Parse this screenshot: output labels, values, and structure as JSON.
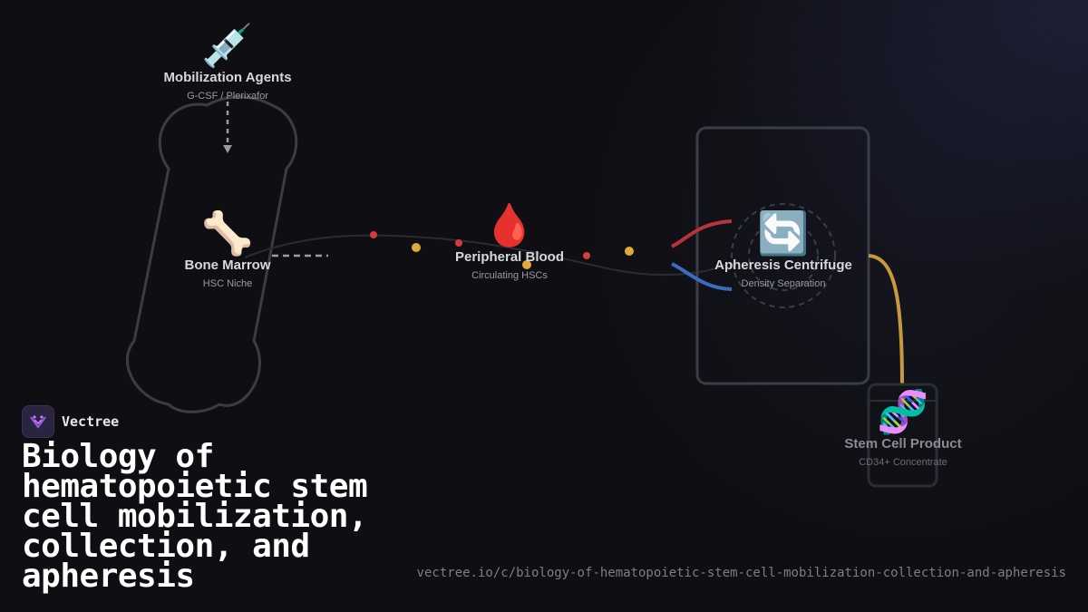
{
  "colors": {
    "background": "#0f0f13",
    "outline": "#3a3d45",
    "red_stream": "#b8333a",
    "blue_stream": "#3a6cc0",
    "gold_stream": "#c8983c",
    "cell_red": "#d93a3a",
    "cell_gold": "#e0a93a"
  },
  "nodes": {
    "mobilization": {
      "icon": "syringe-icon",
      "glyph": "💉",
      "title": "Mobilization Agents",
      "subtitle": "G-CSF / Plerixafor"
    },
    "bone_marrow": {
      "icon": "bone-icon",
      "glyph": "🦴",
      "title": "Bone Marrow",
      "subtitle": "HSC Niche"
    },
    "peripheral_blood": {
      "icon": "blood-drop-icon",
      "glyph": "🩸",
      "title": "Peripheral Blood",
      "subtitle": "Circulating HSCs"
    },
    "centrifuge": {
      "icon": "cycle-arrows-icon",
      "glyph": "🔄",
      "title": "Apheresis Centrifuge",
      "subtitle": "Density Separation"
    },
    "product": {
      "icon": "dna-icon",
      "glyph": "🧬",
      "title": "Stem Cell Product",
      "subtitle": "CD34+ Concentrate"
    }
  },
  "brand": {
    "name": "Vectree",
    "logo_icon": "vectree-logo-icon"
  },
  "title": "Biology of hematopoietic stem cell mobilization, collection, and apheresis",
  "url": "vectree.io/c/biology-of-hematopoietic-stem-cell-mobilization-collection-and-apheresis"
}
